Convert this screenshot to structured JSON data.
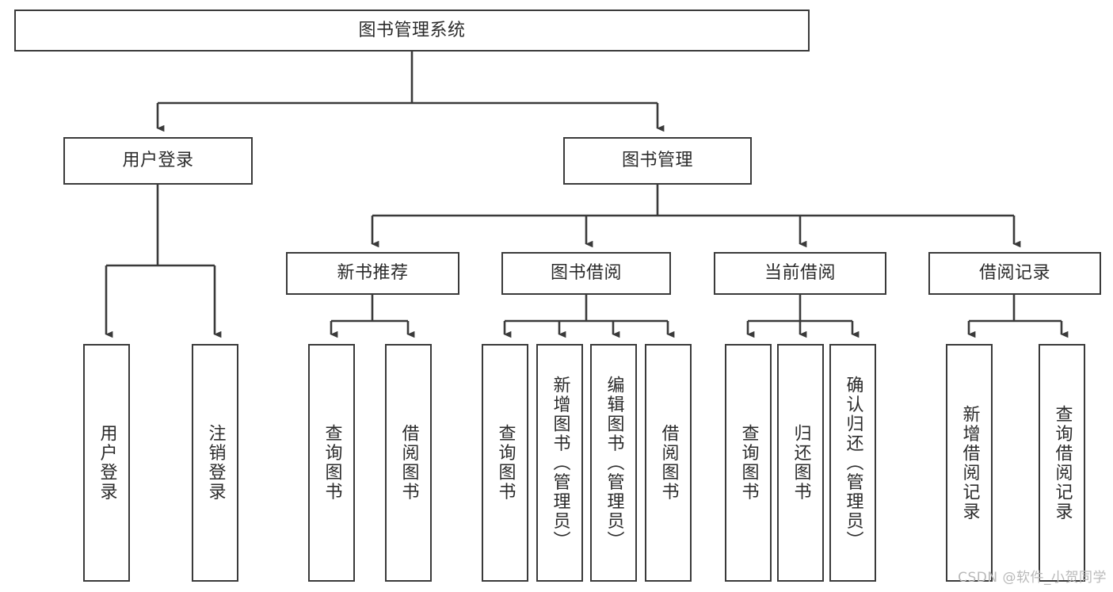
{
  "diagram": {
    "title": "图书管理系统",
    "type": "tree-hierarchy",
    "root": {
      "label": "图书管理系统"
    },
    "level1": [
      {
        "label": "用户登录"
      },
      {
        "label": "图书管理"
      }
    ],
    "level2": [
      {
        "label": "新书推荐"
      },
      {
        "label": "图书借阅"
      },
      {
        "label": "当前借阅"
      },
      {
        "label": "借阅记录"
      }
    ],
    "leaves": {
      "user_login": [
        {
          "label": "用户登录"
        },
        {
          "label": "注销登录"
        }
      ],
      "new_book_recommend": [
        {
          "label": "查询图书"
        },
        {
          "label": "借阅图书"
        }
      ],
      "book_borrow": [
        {
          "label": "查询图书"
        },
        {
          "label": "新增图书（管理员）"
        },
        {
          "label": "编辑图书（管理员）"
        },
        {
          "label": "借阅图书"
        }
      ],
      "current_borrow": [
        {
          "label": "查询图书"
        },
        {
          "label": "归还图书"
        },
        {
          "label": "确认归还（管理员）"
        }
      ],
      "borrow_record": [
        {
          "label": "新增借阅记录"
        },
        {
          "label": "查询借阅记录"
        }
      ]
    }
  },
  "watermark": {
    "text": "CSDN @软件_小贺同学"
  },
  "colors": {
    "box_border": "#3a3a3a",
    "box_fill": "#ffffff",
    "text": "#2b2b2b",
    "connector": "#3a3a3a",
    "watermark": "#b9b9b9",
    "background": "#ffffff"
  }
}
